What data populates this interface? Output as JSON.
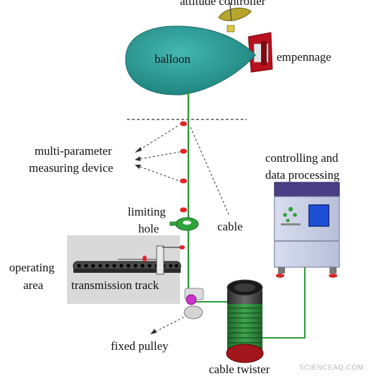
{
  "labels": {
    "attitude_controller": "attitude controller",
    "balloon": "balloon",
    "empennage": "empennage",
    "controlling_line1": "controlling and",
    "controlling_line2": "data processing",
    "multi_param_line1": "multi-parameter",
    "multi_param_line2": "measuring device",
    "limiting_line1": "limiting",
    "limiting_line2": "hole",
    "cable": "cable",
    "operating_line1": "operating",
    "operating_line2": "area",
    "transmission_track": "transmission track",
    "fixed_pulley": "fixed pulley",
    "cable_twister": "cable twister"
  },
  "watermark": "SCIENCEAQ.COM",
  "colors": {
    "balloon": "#2a9a94",
    "cable": "#2e9a3a",
    "sensor": "#e0242c",
    "empennage": "#b8101c",
    "cabinet_top": "#4a3f86",
    "cabinet_body": "#c9d0e6",
    "screen": "#1f4fd6",
    "operating_area": "#d9d9d9",
    "ring": "#2da33a",
    "pulley": "#cc33cc",
    "twister": "#2f8a3c"
  },
  "icons": [
    "attitude-controller-icon",
    "balloon-icon",
    "empennage-icon",
    "control-cabinet-icon",
    "limiting-hole-icon",
    "fixed-pulley-icon",
    "cable-twister-icon"
  ]
}
